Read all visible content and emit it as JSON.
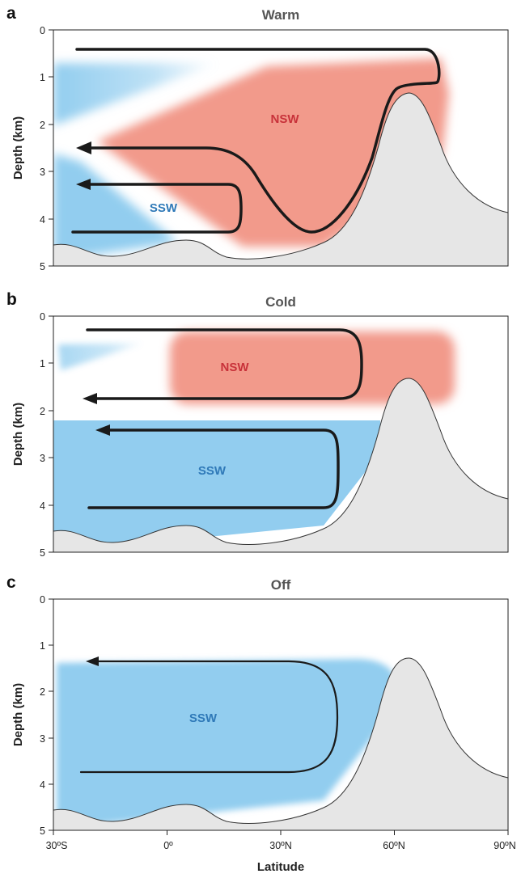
{
  "panels": [
    {
      "letter": "a",
      "title": "Warm",
      "nsw_label": "NSW",
      "ssw_label": "SSW"
    },
    {
      "letter": "b",
      "title": "Cold",
      "nsw_label": "NSW",
      "ssw_label": "SSW"
    },
    {
      "letter": "c",
      "title": "Off",
      "ssw_label": "SSW"
    }
  ],
  "y_axis": {
    "label": "Depth (km)",
    "ticks": [
      "0",
      "1",
      "2",
      "3",
      "4",
      "5"
    ]
  },
  "x_axis": {
    "label": "Latitude",
    "ticks": [
      "30ºS",
      "0º",
      "30ºN",
      "60ºN",
      "90ºN"
    ]
  },
  "colors": {
    "nsw": "#f29a8b",
    "ssw": "#92cdef",
    "terrain": "#e6e6e6",
    "nsw_text": "#c8323a",
    "ssw_text": "#2f79b8"
  }
}
